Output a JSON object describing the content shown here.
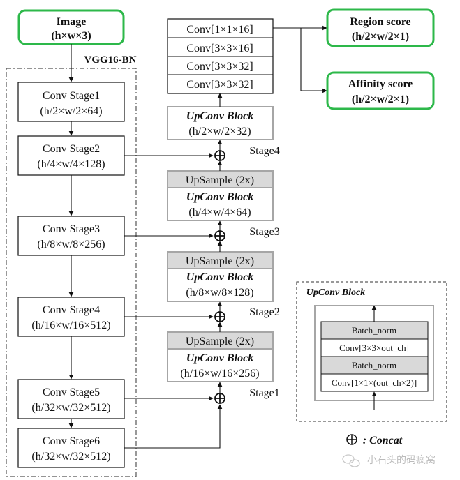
{
  "input": {
    "title": "Image",
    "shape": "(h×w×3)"
  },
  "backbone": {
    "label": "VGG16-BN",
    "stages": [
      {
        "name": "Conv Stage1",
        "shape": "(h/2×w/2×64)"
      },
      {
        "name": "Conv Stage2",
        "shape": "(h/4×w/4×128)"
      },
      {
        "name": "Conv Stage3",
        "shape": "(h/8×w/8×256)"
      },
      {
        "name": "Conv Stage4",
        "shape": "(h/16×w/16×512)"
      },
      {
        "name": "Conv Stage5",
        "shape": "(h/32×w/32×512)"
      },
      {
        "name": "Conv Stage6",
        "shape": "(h/32×w/32×512)"
      }
    ]
  },
  "head_layers": [
    "Conv[1×1×16]",
    "Conv[3×3×16]",
    "Conv[3×3×32]",
    "Conv[3×3×32]"
  ],
  "decoder": {
    "upsample_label": "UpSample (2x)",
    "block_title": "UpConv Block",
    "blocks": [
      "(h/2×w/2×32)",
      "(h/4×w/4×64)",
      "(h/8×w/8×128)",
      "(h/16×w/16×256)"
    ],
    "stage_labels": [
      "Stage4",
      "Stage3",
      "Stage2",
      "Stage1"
    ]
  },
  "outputs": [
    {
      "title": "Region score",
      "shape": "(h/2×w/2×1)"
    },
    {
      "title": "Affinity score",
      "shape": "(h/2×w/2×1)"
    }
  ],
  "legend_block": {
    "title": "UpConv Block",
    "layers": [
      "Batch_norm",
      "Conv[3×3×out_ch]",
      "Batch_norm",
      "Conv[1×1×(out_ch×2)]"
    ]
  },
  "concat_legend": {
    "symbol": "⊕",
    "label": ": Concat"
  },
  "watermark": "小石头的码疯窝",
  "colors": {
    "green": "#2db84a",
    "gray_fill": "#d9d9d9",
    "gray_border": "#a6a6a6"
  }
}
